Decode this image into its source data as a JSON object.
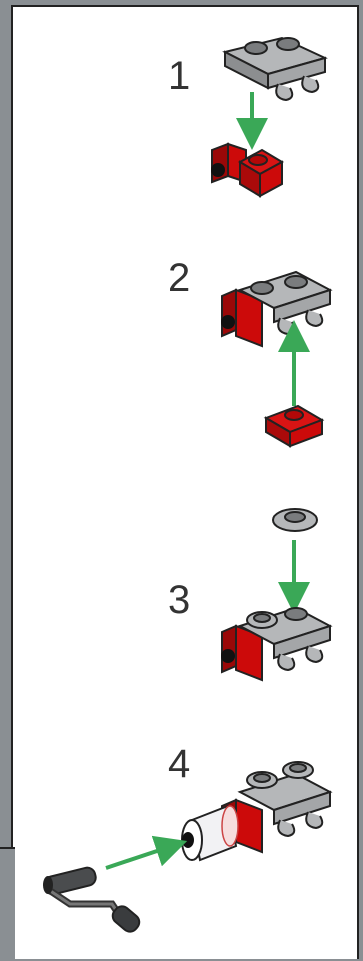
{
  "steps": [
    {
      "number": "1"
    },
    {
      "number": "2"
    },
    {
      "number": "3"
    },
    {
      "number": "4"
    }
  ],
  "colors": {
    "background": "#8a8f93",
    "page": "#ffffff",
    "red_brick": "#cc0a0a",
    "gray_brick": "#9ea0a2",
    "arrow": "#3aa857",
    "dark": "#222222"
  },
  "icons": [
    "lego-part-icon",
    "arrow-icon",
    "paint-roller-icon"
  ]
}
